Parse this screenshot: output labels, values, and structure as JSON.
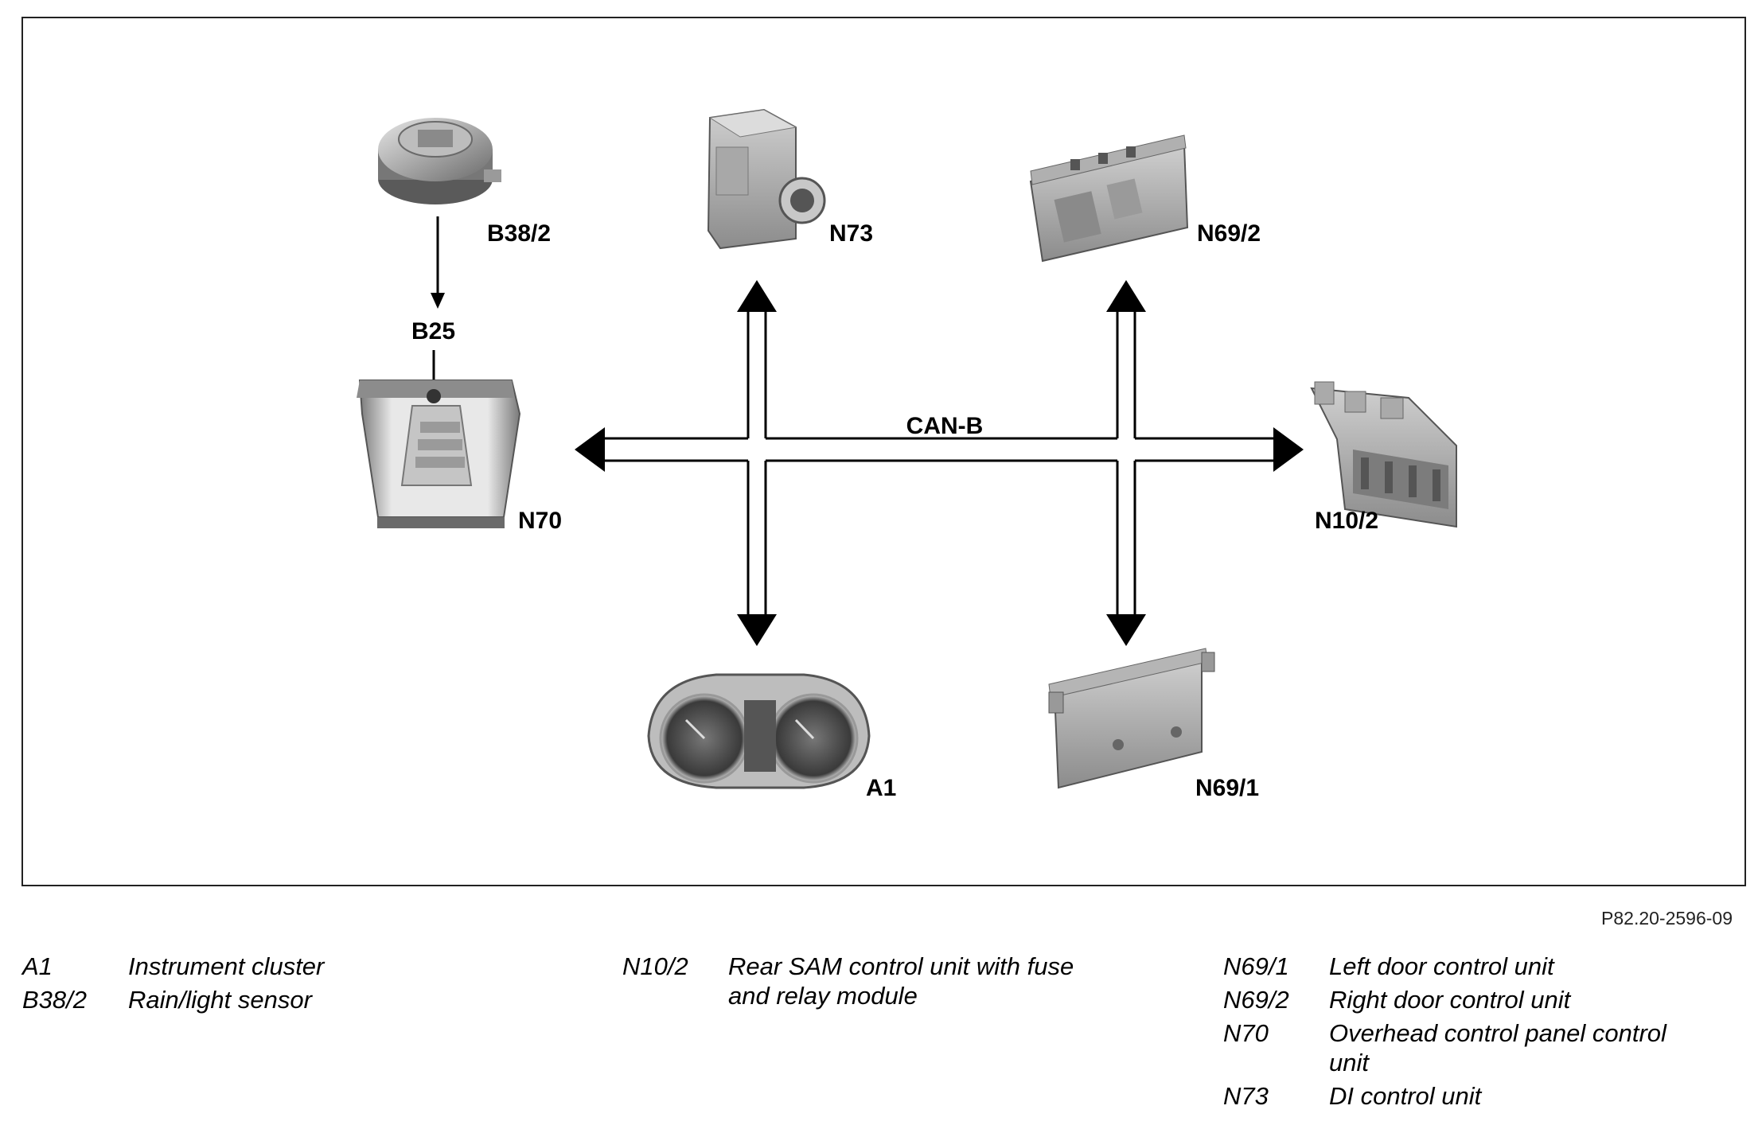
{
  "diagram": {
    "bus_label": "CAN-B",
    "components": {
      "rain_light_sensor": "B38/2",
      "b25": "B25",
      "overhead_panel": "N70",
      "di_control_unit": "N73",
      "right_door": "N69/2",
      "rear_sam": "N10/2",
      "instrument_cluster": "A1",
      "left_door": "N69/1"
    }
  },
  "figure_id": "P82.20-2596-09",
  "legend": {
    "col1": [
      {
        "code": "A1",
        "desc": "Instrument cluster"
      },
      {
        "code": "B38/2",
        "desc": "Rain/light sensor"
      }
    ],
    "col2": [
      {
        "code": "N10/2",
        "desc": "Rear SAM control unit with fuse and relay module"
      }
    ],
    "col3": [
      {
        "code": "N69/1",
        "desc": "Left door control unit"
      },
      {
        "code": "N69/2",
        "desc": "Right door control unit"
      },
      {
        "code": "N70",
        "desc": "Overhead control panel control unit"
      },
      {
        "code": "N73",
        "desc": "DI control unit"
      }
    ]
  }
}
